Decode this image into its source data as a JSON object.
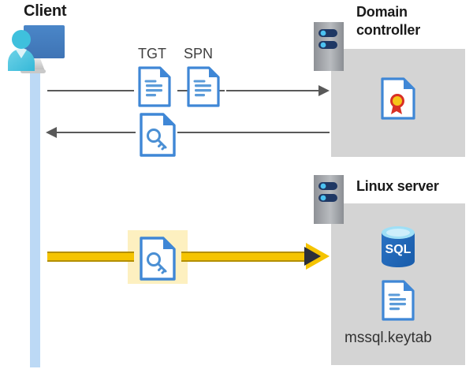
{
  "diagram": {
    "title": "Kerberos authentication flow between client, domain controller and Linux server",
    "background_color": "#ffffff"
  },
  "actors": {
    "client": {
      "label": "Client",
      "icon": "user-computer-icon",
      "lifeline_color": "#bcd9f5"
    },
    "domain_controller": {
      "label": "Domain\ncontroller",
      "label_line1": "Domain",
      "label_line2": "controller",
      "icon": "server-icon",
      "panel_color": "#d4d4d4",
      "contents": [
        {
          "name": "certificate-document",
          "icon": "certificate-icon",
          "label": ""
        }
      ]
    },
    "linux_server": {
      "label": "Linux server",
      "icon": "server-icon",
      "panel_color": "#d4d4d4",
      "contents": [
        {
          "name": "sql-database",
          "icon": "sql-database-icon",
          "label": "SQL"
        },
        {
          "name": "keytab-file",
          "icon": "document-icon",
          "label": "mssql.keytab"
        }
      ]
    }
  },
  "messages": [
    {
      "id": "request",
      "direction": "right",
      "from": "client",
      "to": "domain_controller",
      "color": "#595959",
      "artifacts": [
        {
          "name": "tgt-document",
          "label": "TGT",
          "icon": "document-icon"
        },
        {
          "name": "spn-document",
          "label": "SPN",
          "icon": "document-icon"
        }
      ]
    },
    {
      "id": "response",
      "direction": "left",
      "from": "domain_controller",
      "to": "client",
      "color": "#595959",
      "artifacts": [
        {
          "name": "service-ticket-document",
          "label": "",
          "icon": "key-document-icon"
        }
      ]
    },
    {
      "id": "service-ticket-presentation",
      "direction": "right",
      "from": "client",
      "to": "linux_server",
      "color": "#f5c400",
      "highlight_color": "#fdf0c0",
      "arrowhead_color": "#2b2f3a",
      "artifacts": [
        {
          "name": "service-ticket-document",
          "label": "",
          "icon": "key-document-icon",
          "highlighted": true
        }
      ]
    }
  ],
  "labels": {
    "tgt": "TGT",
    "spn": "SPN",
    "sql": "SQL",
    "keytab_filename": "mssql.keytab"
  },
  "colors": {
    "panel_gray": "#d4d4d4",
    "lifeline_blue": "#bcd9f5",
    "doc_blue": "#3f87d6",
    "line_gray": "#595959",
    "highlight_yellow": "#fdf0c0",
    "arrow_yellow": "#f5c400",
    "arrow_yellow_edge": "#b38f00",
    "title_black": "#1a1a1a",
    "sql_blue": "#2a72c3",
    "cert_red": "#d93025",
    "cert_gold": "#f5c518"
  }
}
